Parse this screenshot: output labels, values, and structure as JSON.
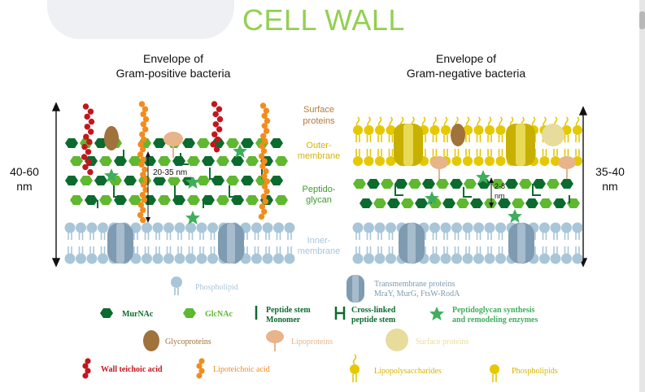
{
  "slide": {
    "title": "CELL WALL"
  },
  "diagram": {
    "gram_positive": {
      "heading_line1": "Envelope of",
      "heading_line2": "Gram-positive bacteria",
      "thickness_line1": "40-60",
      "thickness_line2": "nm",
      "peptidoglycan_thickness": "20-35 nm"
    },
    "gram_negative": {
      "heading_line1": "Envelope of",
      "heading_line2": "Gram-negative bacteria",
      "thickness_line1": "35-40",
      "thickness_line2": "nm",
      "peptidoglycan_thickness_line1": "2-8",
      "peptidoglycan_thickness_line2": "nm"
    },
    "layers": {
      "surface_line1": "Surface",
      "surface_line2": "proteins",
      "outer_line1": "Outer-",
      "outer_line2": "membrane",
      "pg_line1": "Peptido-",
      "pg_line2": "glycan",
      "inner_line1": "Inner-",
      "inner_line2": "membrane"
    },
    "colors": {
      "murnac": "#0b6b2e",
      "glcnac": "#5fb830",
      "membrane": "#a9c6d8",
      "transmembrane": "#7f9bb1",
      "lps": "#e6c800",
      "glycoprotein": "#a0723c",
      "lipoprotein": "#e8b48a",
      "surface_protein": "#e7dc9c",
      "wall_teichoic": "#c3161c",
      "lipoteichoic": "#f28c1e",
      "enzyme": "#3fae5c"
    }
  },
  "legend": {
    "phospholipid": "Phospholipid",
    "transmembrane_line1": "Transmembrane proteins",
    "transmembrane_line2": "MraY, MurG, FtsW-RodA",
    "murnac": "MurNAc",
    "glcnac": "GlcNAc",
    "stem_line1": "Peptide stem",
    "stem_line2": "Monomer",
    "crosslink_line1": "Cross-linked",
    "crosslink_line2": "peptide stem",
    "synthesis_line1": "Peptidoglycan synthesis",
    "synthesis_line2": "and remodeling enzymes",
    "glycoproteins": "Glycoproteins",
    "lipoproteins": "Lipoproteins",
    "surface_proteins": "Surface proteins",
    "wall_teichoic": "Wall teichoic acid",
    "lipoteichoic": "Lipoteichoic acid",
    "lps": "Lipopolysaccharides",
    "phospholipids": "Phospholipids"
  }
}
